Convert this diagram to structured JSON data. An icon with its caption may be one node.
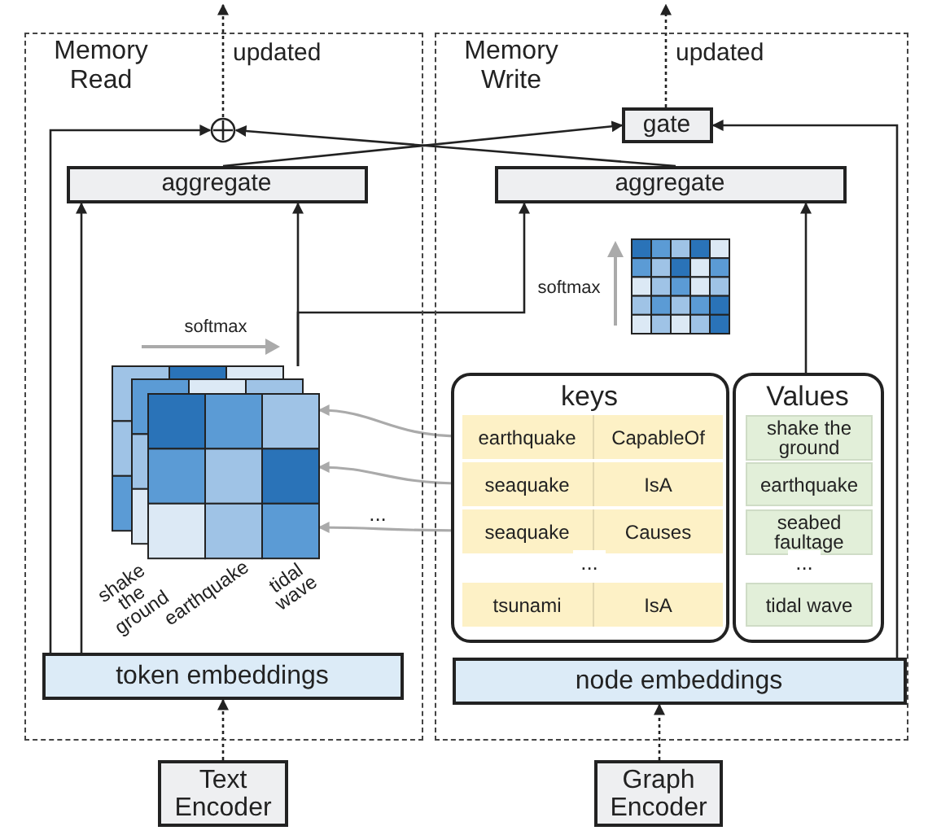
{
  "diagram": {
    "nodes": [
      {
        "text": [
          "Memory Read"
        ]
      },
      {
        "text": [],
        "shape": "circle",
        "in": 0
      },
      {
        "text": [
          "aggregate"
        ],
        "in": 0
      },
      {
        "text": [],
        "shape": "picture",
        "in": 0,
        "beside": [
          "shake the ground",
          "earthquake",
          "tidal wave"
        ]
      },
      {
        "text": [
          "token embeddings"
        ],
        "in": 0
      },
      {
        "text": [
          "Memory Write"
        ]
      },
      {
        "text": [
          "gate"
        ],
        "in": 5
      },
      {
        "text": [
          "aggregate"
        ],
        "in": 5
      },
      {
        "text": [],
        "shape": "picture",
        "in": 5
      },
      {
        "text": [
          "keys"
        ],
        "in": 5
      },
      {
        "text": [
          "earthquake",
          "CapableOf"
        ],
        "in": 9
      },
      {
        "text": [
          "seaquake",
          "IsA"
        ],
        "in": 9
      },
      {
        "text": [
          "seaquake",
          "Causes"
        ],
        "in": 9
      },
      {
        "text": [
          "tsunami",
          "IsA"
        ],
        "in": 9
      },
      {
        "text": [
          "Values"
        ],
        "in": 5
      },
      {
        "text": [
          "shake the ground"
        ],
        "in": 14
      },
      {
        "text": [
          "earthquake"
        ],
        "in": 14
      },
      {
        "text": [
          "seabed faultage"
        ],
        "in": 14
      },
      {
        "text": [
          "tidal wave"
        ],
        "in": 14
      },
      {
        "text": [
          "node embeddings"
        ],
        "in": 5
      },
      {
        "text": [
          "Text Encoder"
        ]
      },
      {
        "text": [
          "Graph Encoder"
        ]
      }
    ],
    "edges": [
      {
        "from": 20,
        "to": 4,
        "arrow": "to",
        "style": "dashed"
      },
      {
        "from": 21,
        "to": 19,
        "arrow": "to",
        "style": "dashed"
      },
      {
        "from": 4,
        "to": 2,
        "arrow": "to"
      },
      {
        "from": 4,
        "to": 1,
        "arrow": "to"
      },
      {
        "from": 3,
        "to": 2,
        "arrow": "to"
      },
      {
        "from": 3,
        "to": 7,
        "arrow": "to"
      },
      {
        "from": 2,
        "to": 6,
        "arrow": "to"
      },
      {
        "from": 7,
        "to": 1,
        "arrow": "to"
      },
      {
        "from": 14,
        "to": 7,
        "arrow": "to"
      },
      {
        "from": 19,
        "to": 6,
        "arrow": "to"
      },
      {
        "from": 10,
        "to": 3,
        "arrow": "to",
        "color": "#aaaaaa"
      },
      {
        "from": 11,
        "to": 3,
        "arrow": "to",
        "color": "#aaaaaa"
      },
      {
        "from": 12,
        "to": 3,
        "arrow": "to",
        "color": "#aaaaaa"
      },
      {
        "from": 1,
        "to": null,
        "arrow": "to",
        "style": "dashed",
        "label": "updated"
      },
      {
        "from": 6,
        "to": null,
        "arrow": "to",
        "style": "dashed",
        "label": "updated"
      }
    ],
    "labels": [
      "softmax",
      "softmax",
      "...",
      "...",
      "..."
    ]
  }
}
